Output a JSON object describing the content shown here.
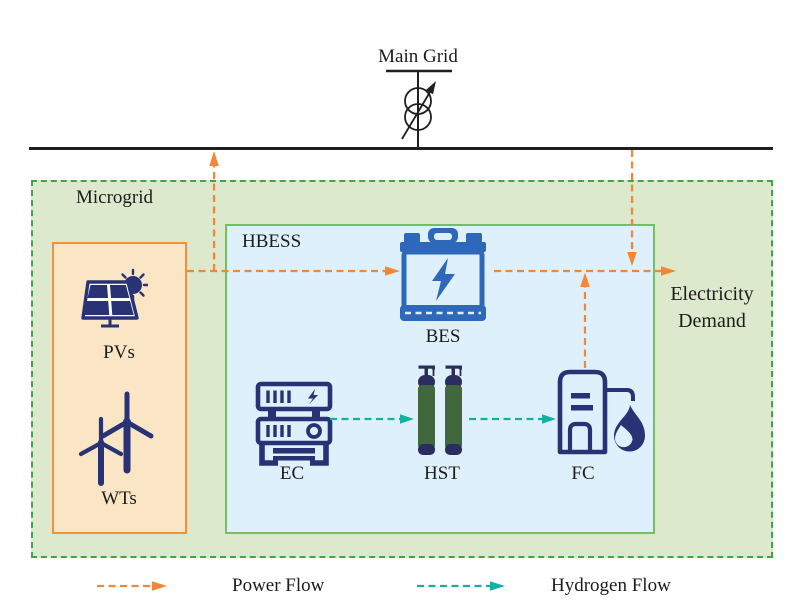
{
  "diagram": {
    "main_grid_label": "Main Grid",
    "microgrid_label": "Microgrid",
    "hbess_label": "HBESS",
    "pv_label": "PVs",
    "wt_label": "WTs",
    "bes_label": "BES",
    "ec_label": "EC",
    "hst_label": "HST",
    "fc_label": "FC",
    "demand_label": "Electricity Demand"
  },
  "legend": {
    "power_flow_label": "Power Flow",
    "hydrogen_flow_label": "Hydrogen Flow"
  },
  "icons": {
    "transformer-icon": "two overlapping circles with diagonal arrow between main grid and bus",
    "solar-panel-icon": "tilted 2x2 solar panel with sun",
    "wind-turbine-icon": "two three-blade wind turbines",
    "battery-icon": "car battery with lightning bolt (BES)",
    "electrolyzer-icon": "stacked converter modules with bolt and dial (EC)",
    "hydrogen-tank-icon": "two green gas cylinders with valves (HST)",
    "fuel-cell-icon": "boiler cabinet with pipe and flame (FC)"
  },
  "colors": {
    "power_flow": "#F58634",
    "hydrogen_flow": "#14B19E",
    "microgrid_border": "#3FA54A",
    "microgrid_bg": "#DDE9CD",
    "source_box_border": "#F0913B",
    "source_box_bg": "#FAE5C5",
    "hbess_border": "#74C05F",
    "hbess_bg": "#DEF0FB",
    "icon_navy": "#283274",
    "battery_blue": "#2E68BA",
    "tank_green": "#41673C",
    "bus_black": "#1F1F1F"
  }
}
